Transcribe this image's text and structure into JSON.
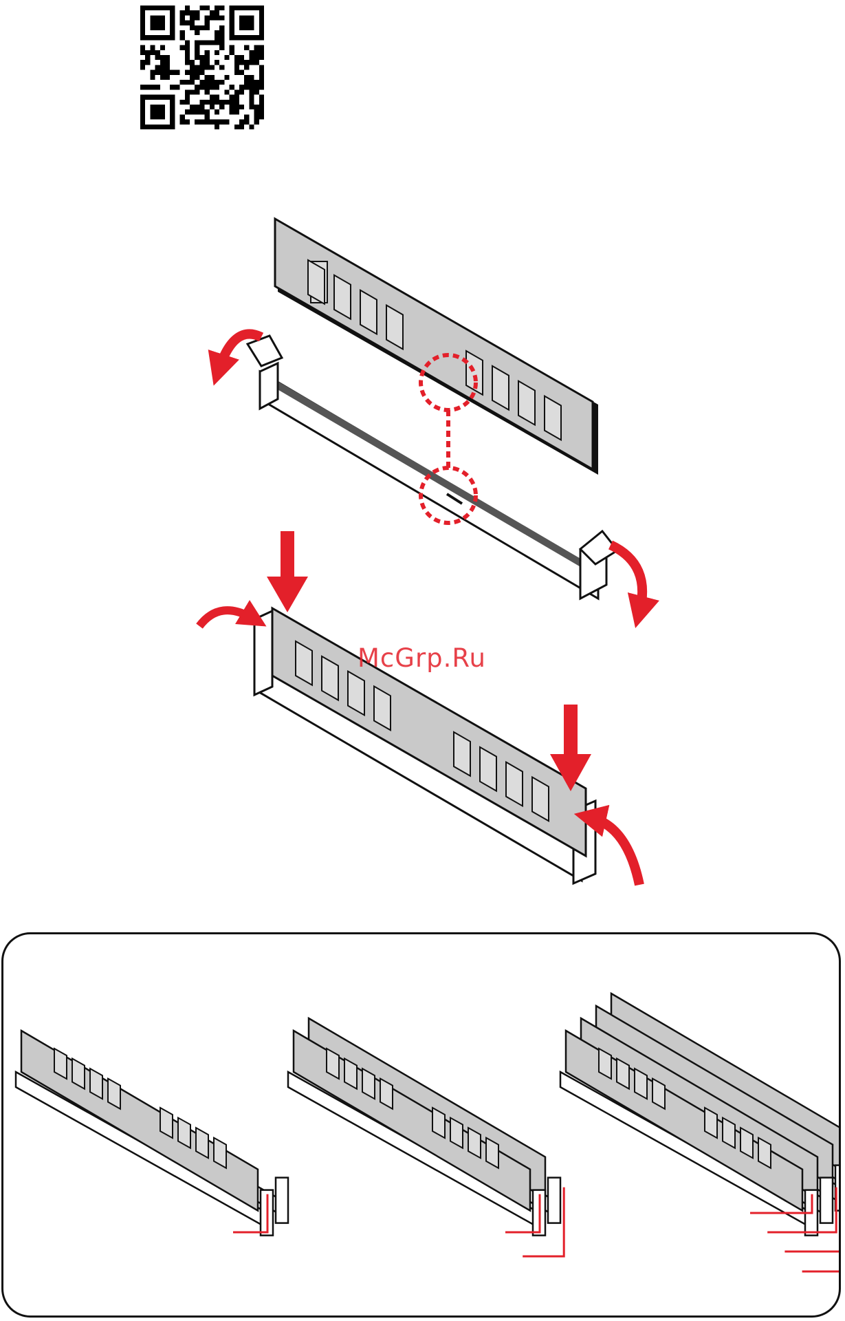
{
  "watermark": {
    "text": "McGrp.Ru"
  },
  "colors": {
    "accent": "#e3202a",
    "module": "#c9c9c9",
    "chip": "#dcdcdc",
    "line": "#111111",
    "slot": "#ffffff"
  },
  "steps": [
    {
      "icon": "dimm-notch-align-icon"
    },
    {
      "icon": "dimm-press-in-icon"
    }
  ],
  "configurations": [
    {
      "modules": 1,
      "callouts": 1
    },
    {
      "modules": 2,
      "callouts": 2
    },
    {
      "modules": 4,
      "callouts": 4
    }
  ]
}
